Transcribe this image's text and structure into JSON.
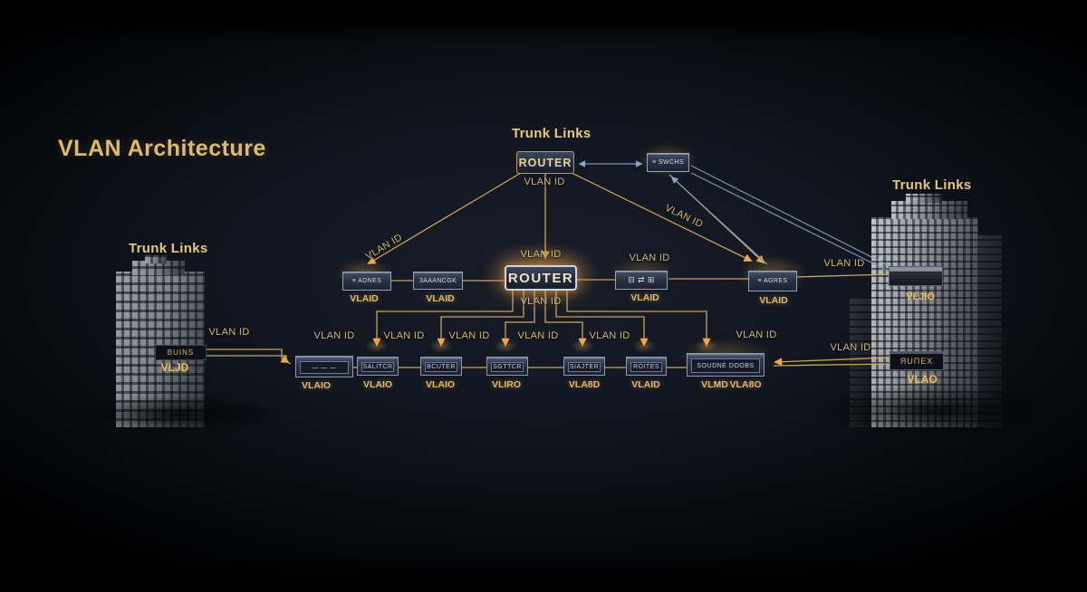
{
  "title": "VLAN Architecture",
  "labels": {
    "vlan_id": "VLAN ID",
    "trunk_links": "Trunk Links"
  },
  "top_section": {
    "router": "ROUTER",
    "switch": "≡ SWCHS"
  },
  "middle_row": {
    "router": "ROUTER",
    "devices": [
      {
        "label": "≡ ADNES",
        "sub": "VLAID"
      },
      {
        "label": "3AAANCGK",
        "sub": "VLAID"
      },
      {
        "label": "⊟ ⇄ ⊞",
        "sub": "VLAID"
      },
      {
        "label": "≡ AGRES",
        "sub": "VLAID"
      }
    ]
  },
  "bottom_row": {
    "devices": [
      {
        "label": "— — —",
        "sub": "VLAIO"
      },
      {
        "label": "SALITCR",
        "sub": "VLAIO"
      },
      {
        "label": "BCUTER",
        "sub": "VLAIO"
      },
      {
        "label": "SGTTCR",
        "sub": "VLIRO"
      },
      {
        "label": "SIAJTER",
        "sub": "VLA8D"
      },
      {
        "label": "ROITES",
        "sub": "VLAID"
      },
      {
        "label": "SOUDNE DOOBS",
        "sub": "VLMD",
        "sub2": "VLA8O"
      }
    ]
  },
  "left_building": {
    "sign": "BUINS",
    "tag": "VLJD"
  },
  "right_building": {
    "device_tag": "VLJIO",
    "router_label": "ЯUПEX",
    "router_tag": "VLAO"
  },
  "colors": {
    "gold_text": "#d6b872",
    "line_gold": "#c8a45c",
    "arrow_orange": "#f0a843",
    "line_blue": "#7d98b5",
    "background": "#12161f"
  }
}
